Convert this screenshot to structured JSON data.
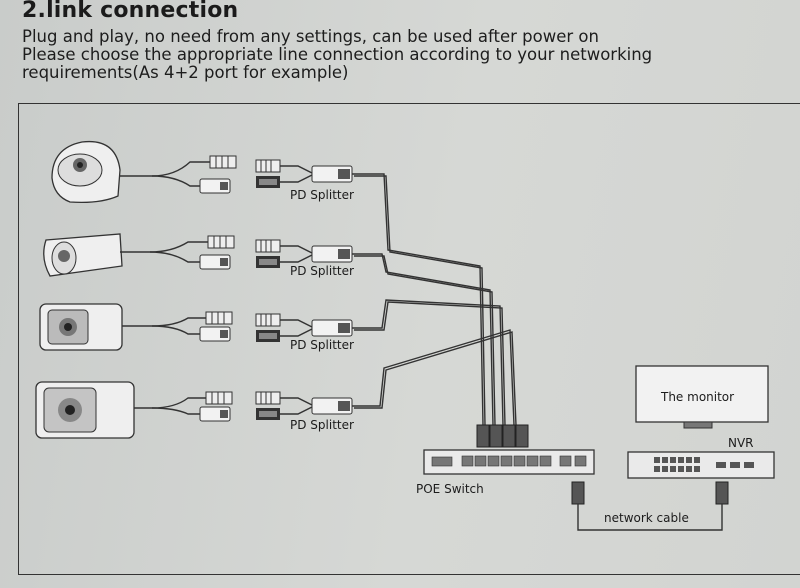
{
  "heading": "2.link connection",
  "intro": {
    "line1": "Plug and play, no need from any settings, can be used after power on",
    "line2": "Please choose the appropriate line connection according to your networking",
    "line3": "requirements(As 4+2 port for example)"
  },
  "diagram": {
    "splitter_labels": [
      "PD Splitter",
      "PD Splitter",
      "PD Splitter",
      "PD Splitter"
    ],
    "switch_label": "POE Switch",
    "monitor_label": "The monitor",
    "nvr_label": "NVR",
    "cable_label": "network cable"
  }
}
